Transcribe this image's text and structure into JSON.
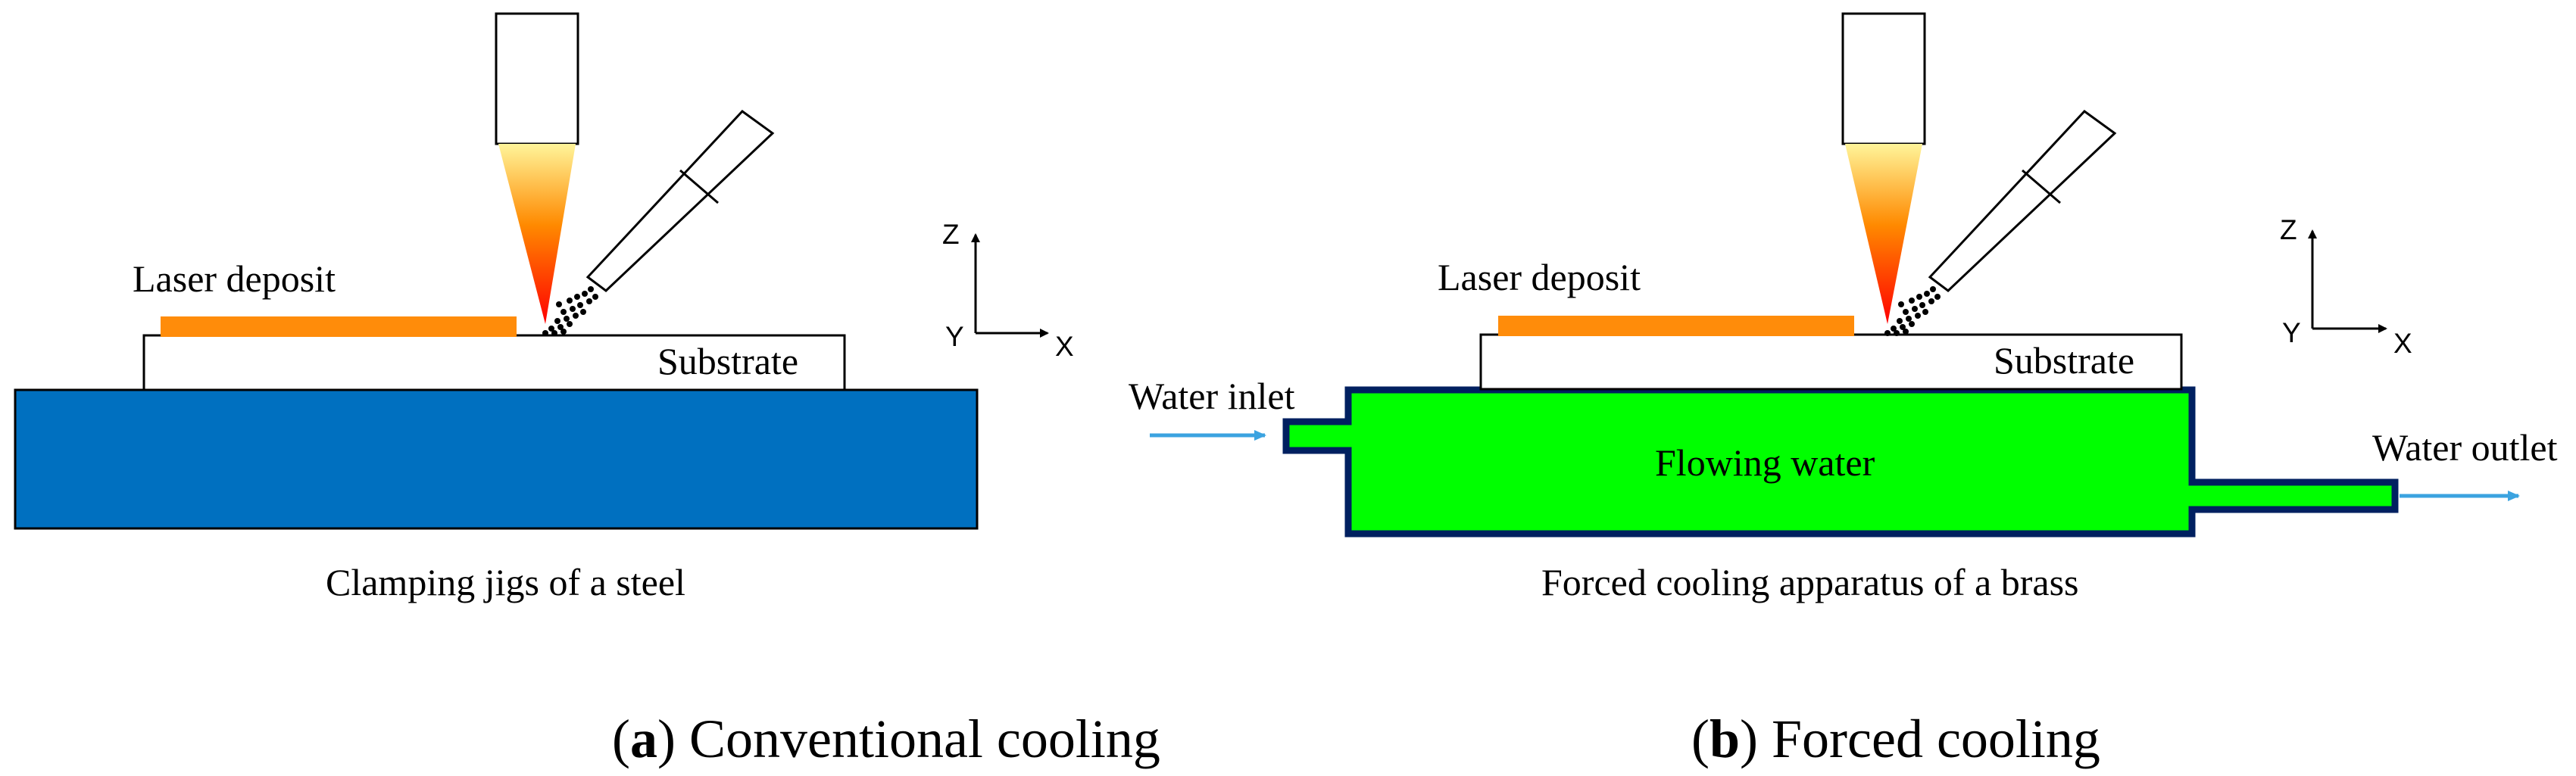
{
  "panel_a": {
    "laser_deposit_label": "Laser deposit",
    "substrate_label": "Substrate",
    "base_label": "Clamping jigs of a steel",
    "caption_open": "(",
    "caption_letter": "a",
    "caption_text": ") Conventional cooling",
    "axes": {
      "z": "Z",
      "y": "Y",
      "x": "X"
    }
  },
  "panel_b": {
    "laser_deposit_label": "Laser deposit",
    "substrate_label": "Substrate",
    "water_inlet_label": "Water inlet",
    "water_outlet_label": "Water outlet",
    "flowing_water_label": "Flowing water",
    "base_label": "Forced cooling apparatus of a brass",
    "caption_open": "(",
    "caption_letter": "b",
    "caption_text": ") Forced cooling",
    "axes": {
      "z": "Z",
      "y": "Y",
      "x": "X"
    }
  },
  "colors": {
    "deposit": "#FF8C0A",
    "steel_jig": "#0070C0",
    "flowing_water": "#00FF00",
    "brass_border": "#002060",
    "water_arrow": "#3BA3E0",
    "beam_top": "#FFF59A",
    "beam_mid": "#FF8A00",
    "beam_bottom": "#FF0000"
  }
}
